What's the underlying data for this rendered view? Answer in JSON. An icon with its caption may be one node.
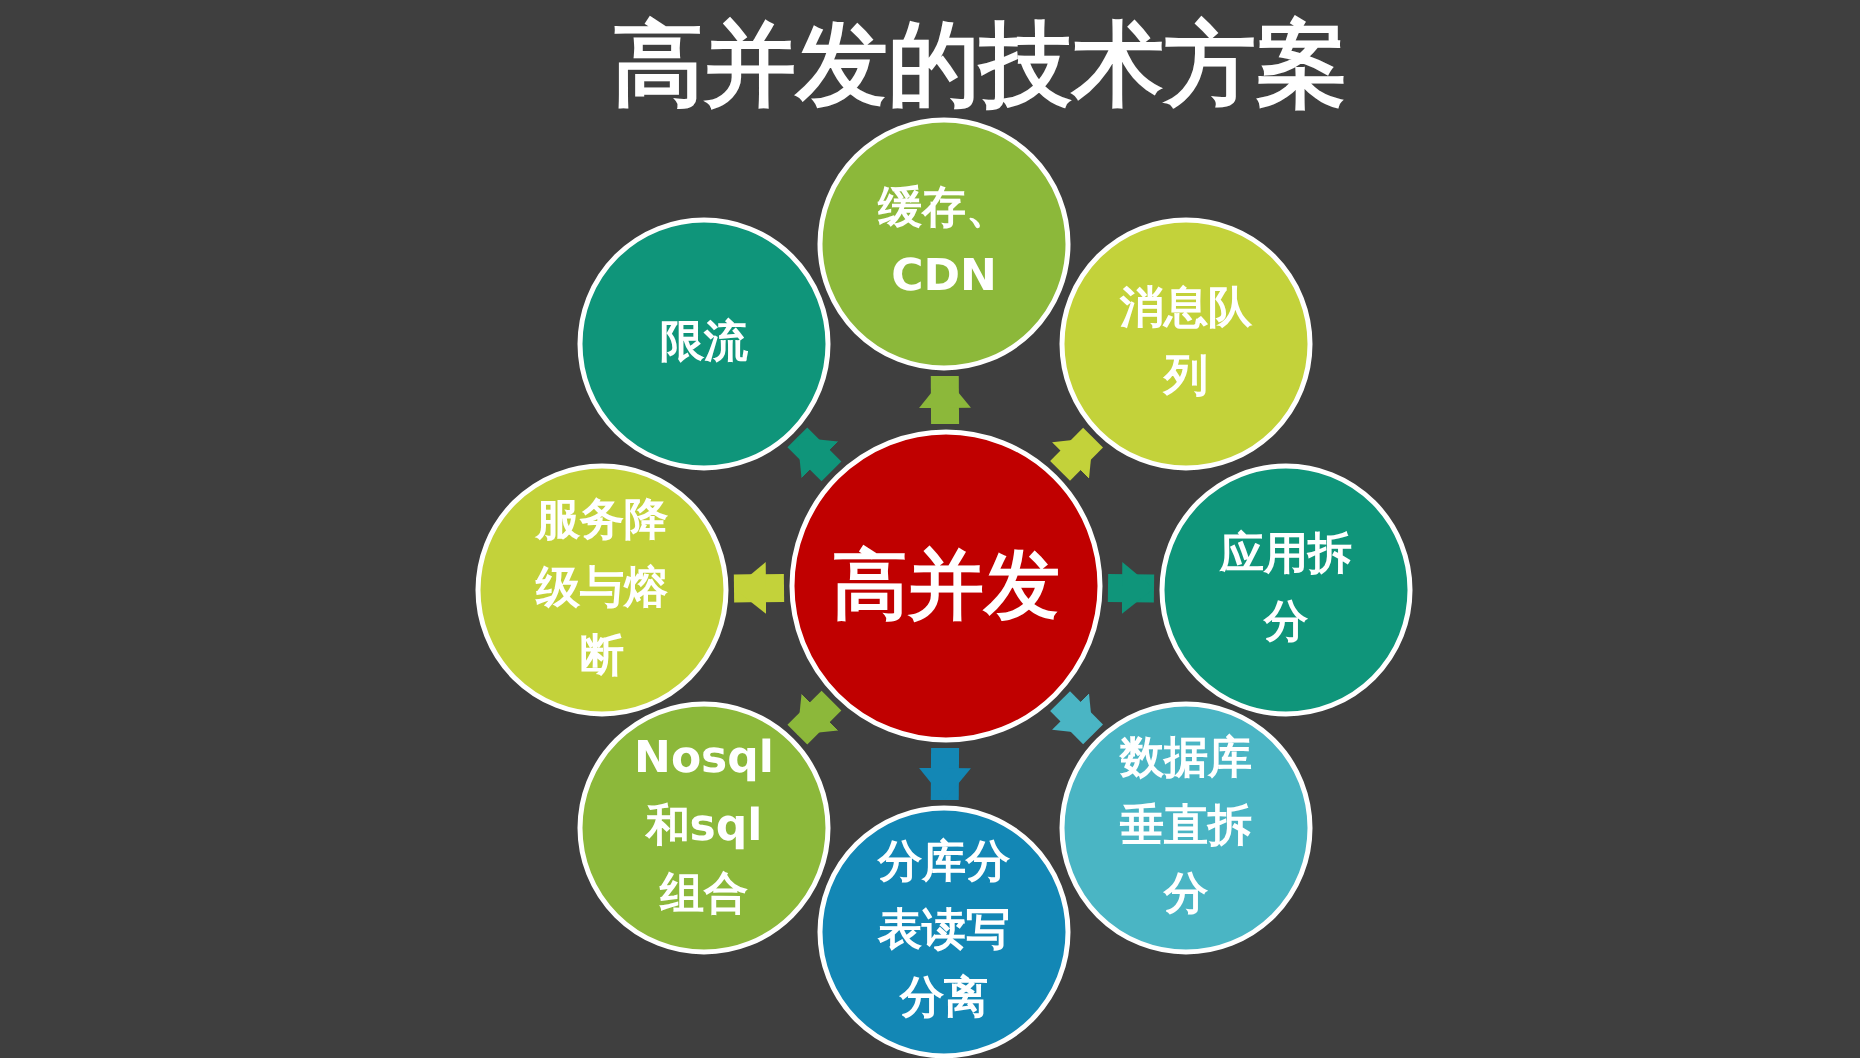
{
  "diagram": {
    "title": "高并发的技术方案",
    "nodes": [
      {
        "text": [
          "高并发"
        ]
      },
      {
        "text": [
          "缓存、CDN"
        ]
      },
      {
        "text": [
          "消息队列"
        ]
      },
      {
        "text": [
          "应用拆分"
        ]
      },
      {
        "text": [
          "数据库垂直拆分"
        ]
      },
      {
        "text": [
          "分库分表读写分离"
        ]
      },
      {
        "text": [
          "Nosql和sql组合"
        ]
      },
      {
        "text": [
          "服务降级与熔断"
        ]
      },
      {
        "text": [
          "限流"
        ]
      }
    ],
    "edges": [
      {
        "from": 0,
        "to": 1,
        "arrow": "to",
        "color": "#8cb83a"
      },
      {
        "from": 0,
        "to": 2,
        "arrow": "to",
        "color": "#c3d23a"
      },
      {
        "from": 0,
        "to": 3,
        "arrow": "to",
        "color": "#0f957a"
      },
      {
        "from": 0,
        "to": 4,
        "arrow": "to",
        "color": "#4ab5c4"
      },
      {
        "from": 0,
        "to": 5,
        "arrow": "to",
        "color": "#1387b5"
      },
      {
        "from": 0,
        "to": 6,
        "arrow": "to",
        "color": "#8cb83a"
      },
      {
        "from": 0,
        "to": 7,
        "arrow": "to",
        "color": "#c3d23a"
      },
      {
        "from": 0,
        "to": 8,
        "arrow": "to",
        "color": "#0f957a"
      }
    ]
  }
}
